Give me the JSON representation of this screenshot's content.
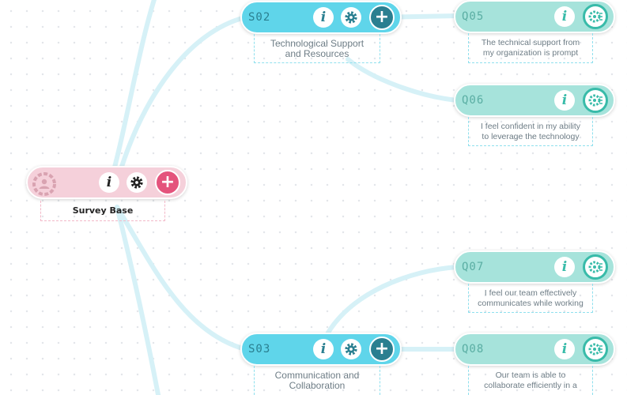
{
  "root": {
    "label": "Survey Base"
  },
  "sections": [
    {
      "code": "S02",
      "label_line1": "Technological Support",
      "label_line2": "and Resources"
    },
    {
      "code": "S03",
      "label_line1": "Communication and",
      "label_line2": "Collaboration"
    }
  ],
  "questions": [
    {
      "code": "Q05",
      "text_line1": "The technical support from",
      "text_line2": "my organization is prompt"
    },
    {
      "code": "Q06",
      "text_line1": "I feel confident in my ability",
      "text_line2": "to leverage the technology"
    },
    {
      "code": "Q07",
      "text_line1": "I feel our team effectively",
      "text_line2": "communicates while working"
    },
    {
      "code": "Q08",
      "text_line1": "Our team is able to",
      "text_line2": "collaborate efficiently in a"
    }
  ],
  "icons": {
    "info": "i",
    "plus": "+"
  },
  "colors": {
    "section_fill": "#5fd5ea",
    "question_fill": "#a6e3db",
    "root_fill": "#f5d0da",
    "connector": "#d6f1f7",
    "section_accent": "#2a7f90",
    "question_accent": "#38bba9",
    "root_accent": "#e4537c"
  }
}
